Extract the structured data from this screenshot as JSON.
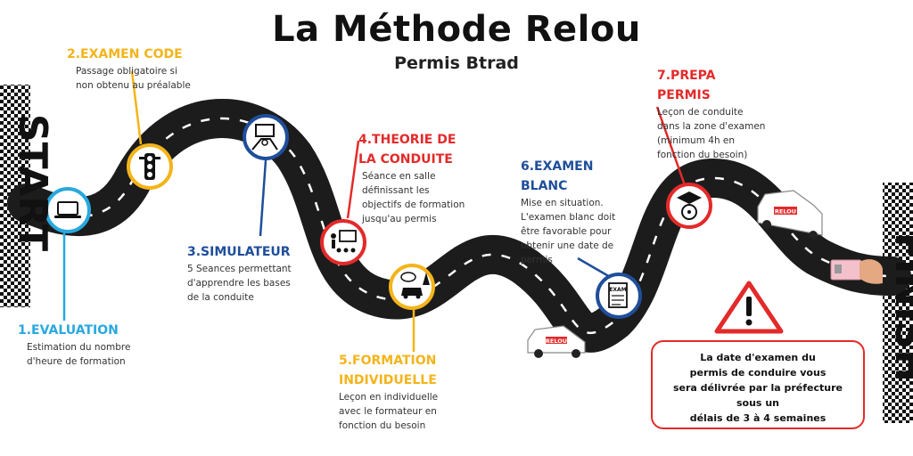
{
  "title": "La Méthode Relou",
  "subtitle": "Permis Btrad",
  "banners": {
    "start": "START",
    "finish": "FINISH"
  },
  "colors": {
    "blue": "#29a8df",
    "yellow": "#f4b41a",
    "navy": "#1f4e9a",
    "red": "#e32a2a",
    "road": "#1c1c1c"
  },
  "steps": [
    {
      "title": "1.EVALUATION",
      "desc": [
        "Estimation du nombre",
        "d'heure de formation"
      ],
      "icon": "laptop-icon",
      "color": "#29a8df"
    },
    {
      "title": "2.EXAMEN CODE",
      "desc": [
        "Passage obligatoire si",
        "non obtenu au préalable"
      ],
      "icon": "traffic-light-icon",
      "color": "#f4b41a"
    },
    {
      "title": "3.SIMULATEUR",
      "desc": [
        "5 Seances permettant",
        "d'apprendre les bases",
        "de la conduite"
      ],
      "icon": "driving-simulator-icon",
      "color": "#1f4e9a"
    },
    {
      "title": [
        "4.THEORIE DE",
        "LA CONDUITE"
      ],
      "desc": [
        "Séance en salle",
        "définissant les",
        "objectifs de formation",
        "jusqu'au permis"
      ],
      "icon": "classroom-icon",
      "color": "#e32a2a"
    },
    {
      "title": [
        "5.FORMATION",
        "INDIVIDUELLE"
      ],
      "desc": [
        "Leçon en individuelle",
        "avec le formateur en",
        "fonction du besoin"
      ],
      "icon": "car-road-icon",
      "color": "#f4b41a"
    },
    {
      "title": [
        "6.EXAMEN",
        "BLANC"
      ],
      "desc": [
        "Mise en situation.",
        "L'examen blanc doit",
        "être favorable pour",
        "obtenir une date de",
        "permis"
      ],
      "icon": "exam-paper-icon",
      "color": "#1f4e9a",
      "icon_label": "EXAM"
    },
    {
      "title": [
        "7.PREPA",
        "PERMIS"
      ],
      "desc": [
        "Leçon de conduite",
        "dans la zone d'examen",
        "(minimum 4h en",
        "fonction du besoin)"
      ],
      "icon": "graduation-wheel-icon",
      "color": "#e32a2a"
    }
  ],
  "car_label": "RELOU",
  "warning_icon": "warning-triangle-icon",
  "note": [
    "La date d'examen du",
    "permis de conduire vous",
    "sera délivrée par la préfecture",
    "sous un",
    "délais de 3 à 4 semaines"
  ]
}
